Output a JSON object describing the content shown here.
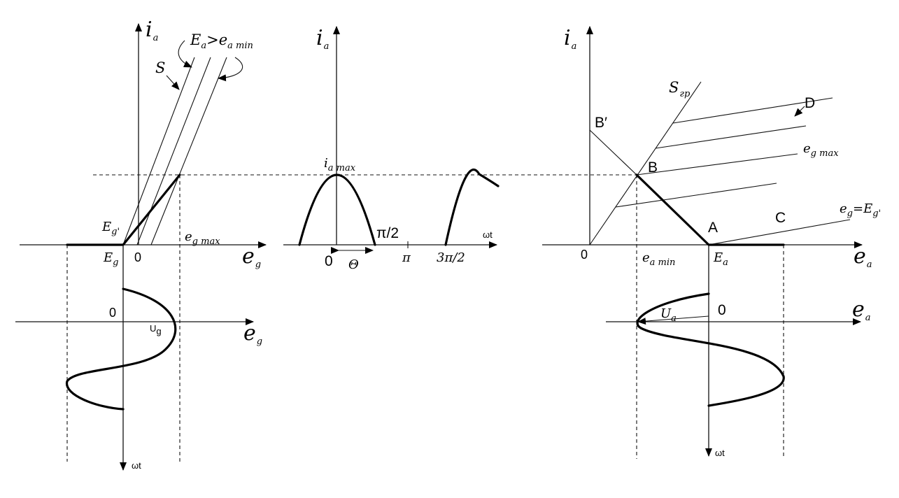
{
  "diagram": {
    "labels": {
      "ia": "i",
      "ia_sub": "a",
      "ea_gt_eamin_E": "E",
      "ea_gt_eamin_a": "a",
      "ea_gt_eamin_gt": ">e",
      "ea_gt_eamin_sub": "a min",
      "S": "S",
      "eg": "e",
      "eg_sub": "g",
      "Eg": "E",
      "Eg_sub": "g",
      "Eg_prime": "E",
      "Eg_prime_sub": "g'",
      "zero": "0",
      "eg_max": "e",
      "eg_max_sub": "g max",
      "Ug": "U",
      "Ug_sub": "g",
      "wt": "ωt",
      "ia_max": "i",
      "ia_max_sub": "a max",
      "pi_half": "π/2",
      "pi": "π",
      "three_pi_half": "3π/2",
      "theta": "Θ",
      "Sgr": "S",
      "Sgr_sub": "гр",
      "D": "D",
      "B_prime": "B′",
      "B": "B",
      "A": "A",
      "C": "C",
      "eg_eq_Eg": "e",
      "eg_eq_Eg_sub1": "g",
      "eg_eq_Eg_rest": "=E",
      "eg_eq_Eg_sub2": "g'",
      "ea": "e",
      "ea_sub": "a",
      "ea_min": "e",
      "ea_min_sub": "a min",
      "Ea": "E",
      "Ea_sub": "a",
      "Ua": "U",
      "Ua_sub": "a"
    }
  }
}
